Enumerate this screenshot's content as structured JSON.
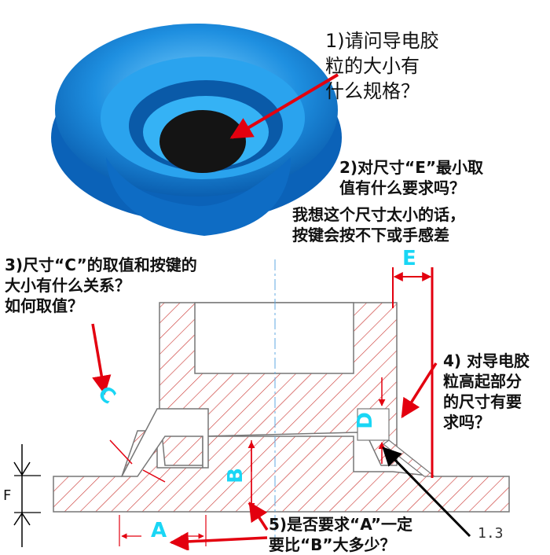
{
  "questions": {
    "q1": "1)请问导电胶\n粒的大小有\n什么规格？",
    "q2": "2)对尺寸“E”最小取\n值有什么要求吗？",
    "note": "我想这个尺寸太小的话，\n按键会按不下或手感差",
    "q3": "3)尺寸“C”的取值和按键的\n大小有什么关系？\n  如何取值？",
    "q4": "4) 对导电胶\n粒高起部分\n的尺寸有要\n求吗？",
    "q5": "5)是否要求“A”一定\n要比“B”大多少？"
  },
  "dimensions": {
    "A": "A",
    "B": "B",
    "C": "C",
    "D": "D",
    "E": "E",
    "F": "F"
  },
  "scale_text": "1.3",
  "colors": {
    "part_blue": "#1e8fe0",
    "arrow_red": "#e3000f",
    "dim_cyan": "#19d6f5",
    "hatch": "#c9302c"
  }
}
